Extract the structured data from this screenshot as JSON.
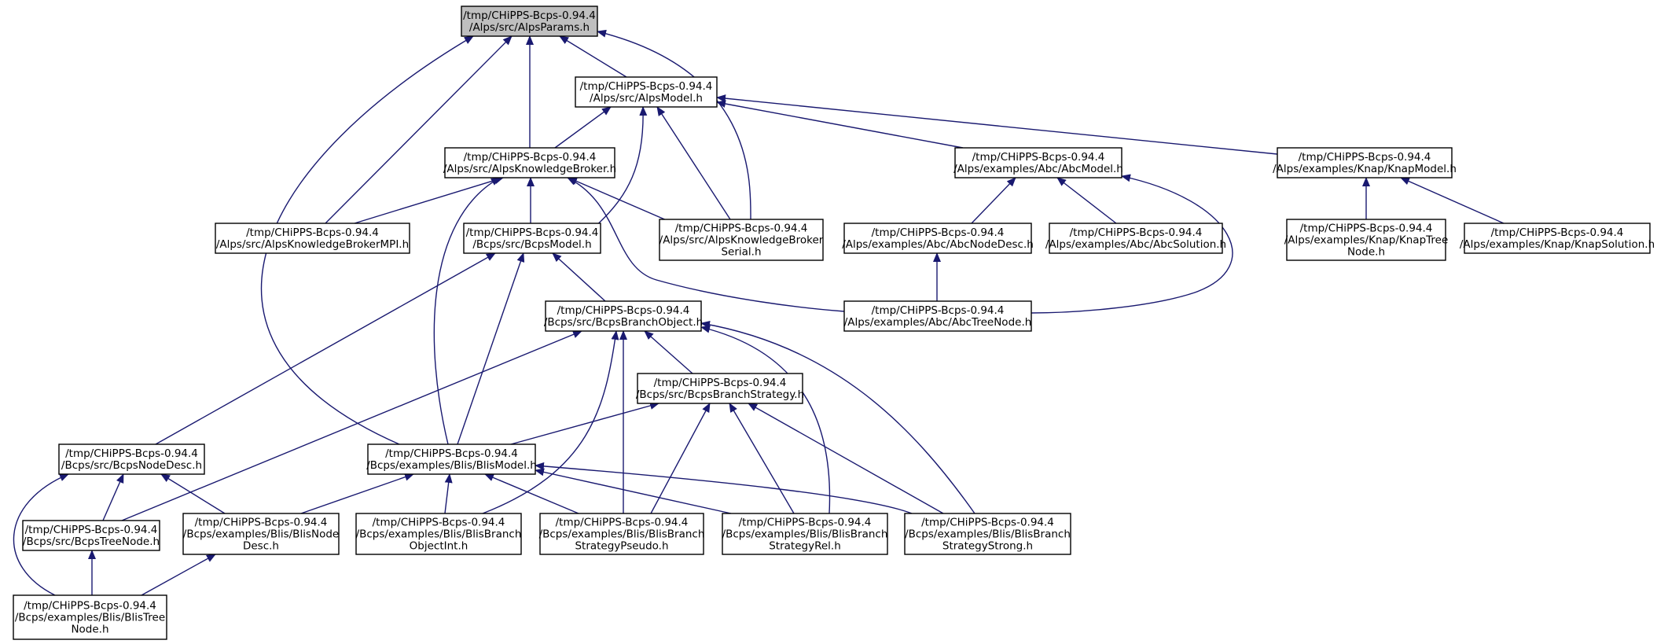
{
  "colors": {
    "edge": "#191970",
    "root_fill": "#bfbfbf",
    "node_fill": "#ffffff",
    "border": "#000000"
  },
  "nodes": [
    {
      "id": "AlpsParams",
      "root": true,
      "lines": [
        "/tmp/CHiPPS-Bcps-0.94.4",
        "/Alps/src/AlpsParams.h"
      ]
    },
    {
      "id": "AlpsModel",
      "lines": [
        "/tmp/CHiPPS-Bcps-0.94.4",
        "/Alps/src/AlpsModel.h"
      ]
    },
    {
      "id": "AlpsKnowledgeBroker",
      "lines": [
        "/tmp/CHiPPS-Bcps-0.94.4",
        "/Alps/src/AlpsKnowledgeBroker.h"
      ]
    },
    {
      "id": "AbcModel",
      "lines": [
        "/tmp/CHiPPS-Bcps-0.94.4",
        "/Alps/examples/Abc/AbcModel.h"
      ]
    },
    {
      "id": "KnapModel",
      "lines": [
        "/tmp/CHiPPS-Bcps-0.94.4",
        "/Alps/examples/Knap/KnapModel.h"
      ]
    },
    {
      "id": "AlpsKnowledgeBrokerMPI",
      "lines": [
        "/tmp/CHiPPS-Bcps-0.94.4",
        "/Alps/src/AlpsKnowledgeBrokerMPI.h"
      ]
    },
    {
      "id": "BcpsModel",
      "lines": [
        "/tmp/CHiPPS-Bcps-0.94.4",
        "/Bcps/src/BcpsModel.h"
      ]
    },
    {
      "id": "AlpsKnowledgeBrokerSerial",
      "lines": [
        "/tmp/CHiPPS-Bcps-0.94.4",
        "/Alps/src/AlpsKnowledgeBroker",
        "Serial.h"
      ]
    },
    {
      "id": "AbcNodeDesc",
      "lines": [
        "/tmp/CHiPPS-Bcps-0.94.4",
        "/Alps/examples/Abc/AbcNodeDesc.h"
      ]
    },
    {
      "id": "AbcSolution",
      "lines": [
        "/tmp/CHiPPS-Bcps-0.94.4",
        "/Alps/examples/Abc/AbcSolution.h"
      ]
    },
    {
      "id": "KnapTreeNode",
      "lines": [
        "/tmp/CHiPPS-Bcps-0.94.4",
        "/Alps/examples/Knap/KnapTree",
        "Node.h"
      ]
    },
    {
      "id": "KnapSolution",
      "lines": [
        "/tmp/CHiPPS-Bcps-0.94.4",
        "/Alps/examples/Knap/KnapSolution.h"
      ]
    },
    {
      "id": "BcpsBranchObject",
      "lines": [
        "/tmp/CHiPPS-Bcps-0.94.4",
        "/Bcps/src/BcpsBranchObject.h"
      ]
    },
    {
      "id": "AbcTreeNode",
      "lines": [
        "/tmp/CHiPPS-Bcps-0.94.4",
        "/Alps/examples/Abc/AbcTreeNode.h"
      ]
    },
    {
      "id": "BcpsBranchStrategy",
      "lines": [
        "/tmp/CHiPPS-Bcps-0.94.4",
        "/Bcps/src/BcpsBranchStrategy.h"
      ]
    },
    {
      "id": "BcpsNodeDesc",
      "lines": [
        "/tmp/CHiPPS-Bcps-0.94.4",
        "/Bcps/src/BcpsNodeDesc.h"
      ]
    },
    {
      "id": "BlisModel",
      "lines": [
        "/tmp/CHiPPS-Bcps-0.94.4",
        "/Bcps/examples/Blis/BlisModel.h"
      ]
    },
    {
      "id": "BcpsTreeNode",
      "lines": [
        "/tmp/CHiPPS-Bcps-0.94.4",
        "/Bcps/src/BcpsTreeNode.h"
      ]
    },
    {
      "id": "BlisNodeDesc",
      "lines": [
        "/tmp/CHiPPS-Bcps-0.94.4",
        "/Bcps/examples/Blis/BlisNode",
        "Desc.h"
      ]
    },
    {
      "id": "BlisBranchObjectInt",
      "lines": [
        "/tmp/CHiPPS-Bcps-0.94.4",
        "/Bcps/examples/Blis/BlisBranch",
        "ObjectInt.h"
      ]
    },
    {
      "id": "BlisBranchStrategyPseudo",
      "lines": [
        "/tmp/CHiPPS-Bcps-0.94.4",
        "/Bcps/examples/Blis/BlisBranch",
        "StrategyPseudo.h"
      ]
    },
    {
      "id": "BlisBranchStrategyRel",
      "lines": [
        "/tmp/CHiPPS-Bcps-0.94.4",
        "/Bcps/examples/Blis/BlisBranch",
        "StrategyRel.h"
      ]
    },
    {
      "id": "BlisBranchStrategyStrong",
      "lines": [
        "/tmp/CHiPPS-Bcps-0.94.4",
        "/Bcps/examples/Blis/BlisBranch",
        "StrategyStrong.h"
      ]
    },
    {
      "id": "BlisTreeNode",
      "lines": [
        "/tmp/CHiPPS-Bcps-0.94.4",
        "/Bcps/examples/Blis/BlisTree",
        "Node.h"
      ]
    }
  ],
  "edges": [
    {
      "from": "AlpsParams",
      "to": "AlpsModel"
    },
    {
      "from": "AlpsParams",
      "to": "AlpsKnowledgeBroker"
    },
    {
      "from": "AlpsParams",
      "to": "AlpsKnowledgeBrokerMPI"
    },
    {
      "from": "AlpsParams",
      "to": "AlpsKnowledgeBrokerSerial"
    },
    {
      "from": "AlpsParams",
      "to": "BlisModel"
    },
    {
      "from": "AlpsModel",
      "to": "AlpsKnowledgeBroker"
    },
    {
      "from": "AlpsModel",
      "to": "AbcModel"
    },
    {
      "from": "AlpsModel",
      "to": "KnapModel"
    },
    {
      "from": "AlpsModel",
      "to": "BcpsModel"
    },
    {
      "from": "AlpsModel",
      "to": "AlpsKnowledgeBrokerSerial"
    },
    {
      "from": "AlpsKnowledgeBroker",
      "to": "AlpsKnowledgeBrokerMPI"
    },
    {
      "from": "AlpsKnowledgeBroker",
      "to": "BcpsModel"
    },
    {
      "from": "AlpsKnowledgeBroker",
      "to": "AlpsKnowledgeBrokerSerial"
    },
    {
      "from": "AlpsKnowledgeBroker",
      "to": "AbcTreeNode"
    },
    {
      "from": "AlpsKnowledgeBroker",
      "to": "BlisModel"
    },
    {
      "from": "AbcModel",
      "to": "AbcNodeDesc"
    },
    {
      "from": "AbcModel",
      "to": "AbcSolution"
    },
    {
      "from": "AbcModel",
      "to": "AbcTreeNode"
    },
    {
      "from": "KnapModel",
      "to": "KnapTreeNode"
    },
    {
      "from": "KnapModel",
      "to": "KnapSolution"
    },
    {
      "from": "AbcNodeDesc",
      "to": "AbcTreeNode"
    },
    {
      "from": "BcpsModel",
      "to": "BcpsBranchObject"
    },
    {
      "from": "BcpsModel",
      "to": "BcpsNodeDesc"
    },
    {
      "from": "BcpsModel",
      "to": "BlisModel"
    },
    {
      "from": "BcpsBranchObject",
      "to": "BcpsBranchStrategy"
    },
    {
      "from": "BcpsBranchObject",
      "to": "BcpsTreeNode"
    },
    {
      "from": "BcpsBranchObject",
      "to": "BlisBranchObjectInt"
    },
    {
      "from": "BcpsBranchObject",
      "to": "BlisBranchStrategyPseudo"
    },
    {
      "from": "BcpsBranchObject",
      "to": "BlisBranchStrategyRel"
    },
    {
      "from": "BcpsBranchObject",
      "to": "BlisBranchStrategyStrong"
    },
    {
      "from": "BcpsBranchStrategy",
      "to": "BlisModel"
    },
    {
      "from": "BcpsBranchStrategy",
      "to": "BlisBranchStrategyPseudo"
    },
    {
      "from": "BcpsBranchStrategy",
      "to": "BlisBranchStrategyRel"
    },
    {
      "from": "BcpsBranchStrategy",
      "to": "BlisBranchStrategyStrong"
    },
    {
      "from": "BcpsNodeDesc",
      "to": "BcpsTreeNode"
    },
    {
      "from": "BcpsNodeDesc",
      "to": "BlisNodeDesc"
    },
    {
      "from": "BcpsNodeDesc",
      "to": "BlisTreeNode"
    },
    {
      "from": "BlisModel",
      "to": "BlisNodeDesc"
    },
    {
      "from": "BlisModel",
      "to": "BlisBranchObjectInt"
    },
    {
      "from": "BlisModel",
      "to": "BlisBranchStrategyPseudo"
    },
    {
      "from": "BlisModel",
      "to": "BlisBranchStrategyRel"
    },
    {
      "from": "BlisModel",
      "to": "BlisBranchStrategyStrong"
    },
    {
      "from": "BcpsTreeNode",
      "to": "BlisTreeNode"
    },
    {
      "from": "BlisNodeDesc",
      "to": "BlisTreeNode"
    }
  ]
}
